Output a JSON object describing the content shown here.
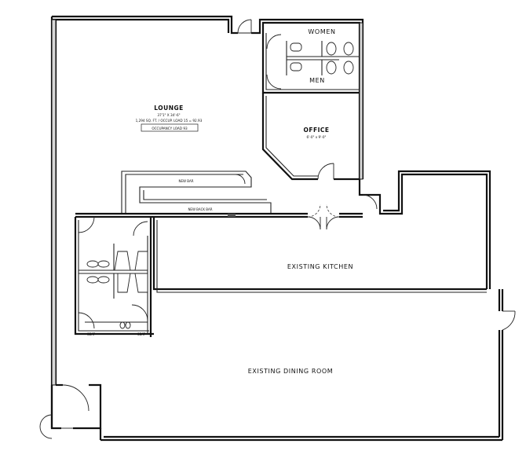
{
  "rooms": {
    "lounge": {
      "name": "LOUNGE",
      "dims": "37'1\" X 34'-6\"",
      "area": "1,294 SQ. FT. / OCCUP. LOAD 15 = 92.93",
      "occupancy": "OCCUPANCY LOAD  93"
    },
    "women": {
      "name": "WOMEN"
    },
    "men": {
      "name": "MEN"
    },
    "office": {
      "name": "OFFICE",
      "dims": "6'-0\" x 9'-0\""
    },
    "kitchen": {
      "name": "EXISTING KITCHEN"
    },
    "dining": {
      "name": "EXISTING DINING ROOM"
    }
  },
  "features": {
    "new_bar": "NEW BAR",
    "new_back_bar": "NEW BACK BAR",
    "seat_left": "SEAT",
    "seat_right": "SEAT"
  }
}
